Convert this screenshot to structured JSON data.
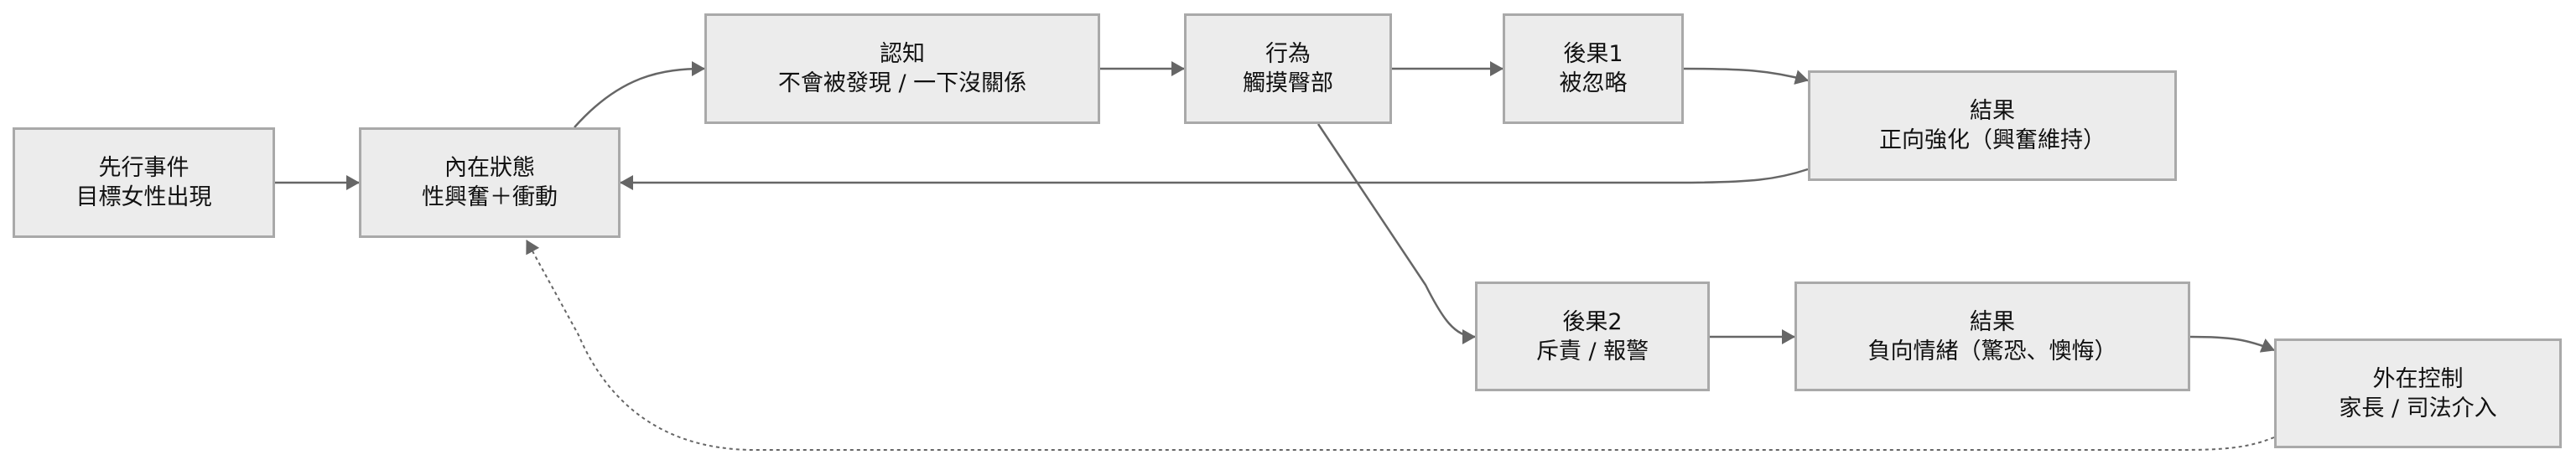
{
  "nodes": {
    "antecedent": {
      "title": "先行事件",
      "detail": "目標女性出現"
    },
    "internal": {
      "title": "內在狀態",
      "detail": "性興奮＋衝動"
    },
    "cognition": {
      "title": "認知",
      "detail": "不會被發現 / 一下沒關係"
    },
    "behavior": {
      "title": "行為",
      "detail": "觸摸臀部"
    },
    "consequence1": {
      "title": "後果1",
      "detail": "被忽略"
    },
    "result_positive": {
      "title": "結果",
      "detail": "正向強化（興奮維持）"
    },
    "consequence2": {
      "title": "後果2",
      "detail": "斥責 / 報警"
    },
    "result_negative": {
      "title": "結果",
      "detail": "負向情緒（驚恐、懊悔）"
    },
    "external": {
      "title": "外在控制",
      "detail": "家長 / 司法介入"
    }
  },
  "colors": {
    "node_fill": "#ececec",
    "node_border": "#a9a9a9",
    "edge": "#666666"
  }
}
